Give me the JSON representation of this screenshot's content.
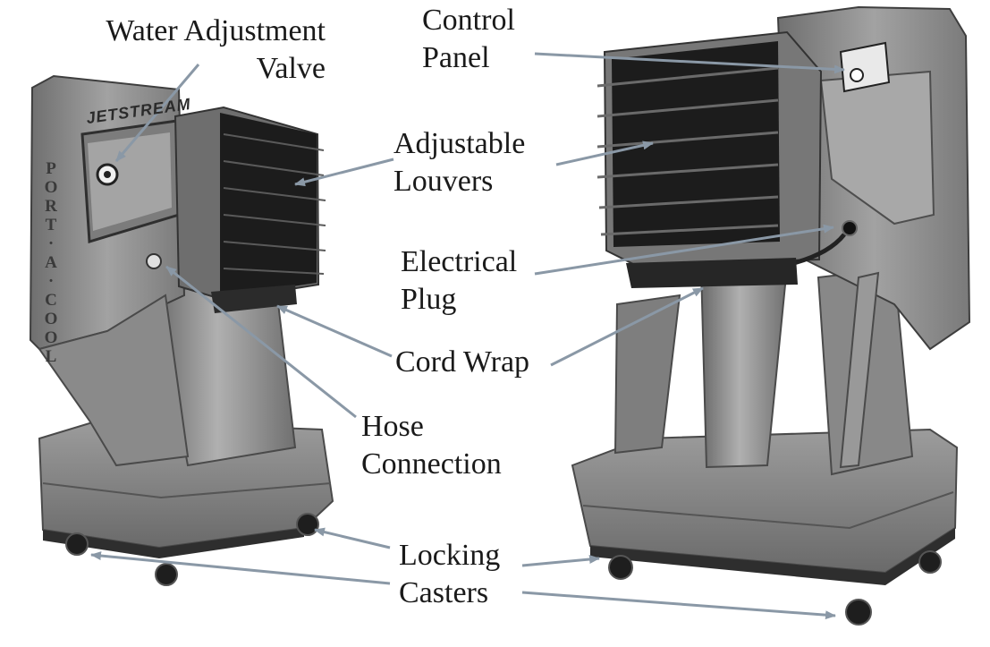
{
  "labels": {
    "water_valve": [
      "Water Adjustment",
      "Valve"
    ],
    "control_panel": [
      "Control",
      "Panel"
    ],
    "louvers": [
      "Adjustable",
      "Louvers"
    ],
    "electrical_plug": [
      "Electrical",
      "Plug"
    ],
    "cord_wrap": [
      "Cord Wrap"
    ],
    "hose_connection": [
      "Hose",
      "Connection"
    ],
    "locking_casters": [
      "Locking",
      "Casters"
    ]
  },
  "unit_branding": {
    "badge": "JETSTREAM",
    "side_logo": [
      "P",
      "O",
      "R",
      "T",
      "·",
      "A",
      "·",
      "C",
      "O",
      "O",
      "L"
    ]
  },
  "colors": {
    "body": "#8e8e8e",
    "body_dark": "#5f5f5f",
    "body_light": "#b5b5b5",
    "grille": "#1c1c1c",
    "arrow": "#8a98a6",
    "text": "#1a1a1a"
  }
}
